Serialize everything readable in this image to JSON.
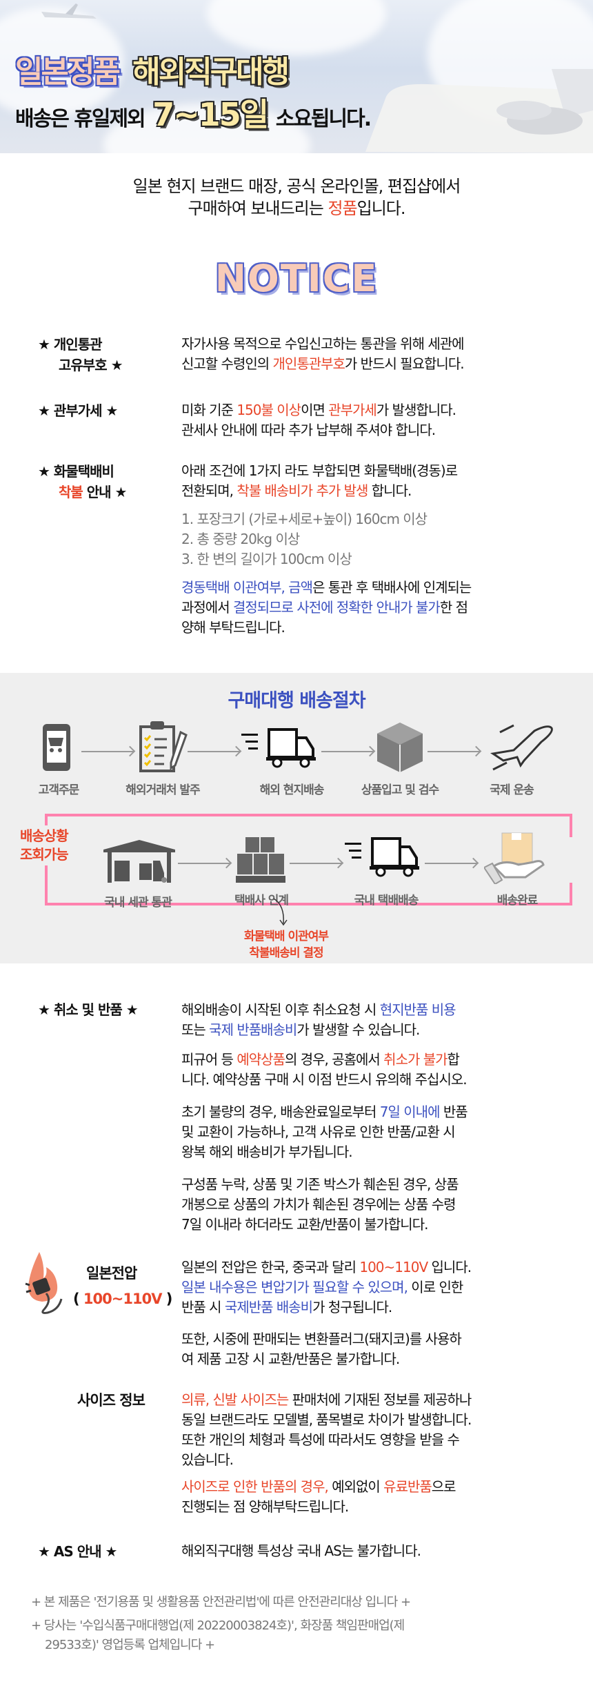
{
  "hero": {
    "title_a": "일본정품",
    "title_b": "해외직구대행",
    "line2_a": "배송은 휴일제외",
    "line2_b": "7~15일",
    "line2_c": "소요됩니다."
  },
  "intro": {
    "lines": [
      [
        {
          "t": "일본 현지 브랜드 매장, 공식 온라인몰, 편집샵에서"
        }
      ],
      [
        {
          "t": "구매하여 보내드리는 "
        },
        {
          "t": "정품",
          "c": "red"
        },
        {
          "t": "입니다."
        }
      ]
    ]
  },
  "notice_title": "NOTICE",
  "notices": [
    {
      "label": [
        [
          {
            "t": "★ 개인통관"
          }
        ],
        [
          {
            "t": "고유부호 ★"
          }
        ]
      ],
      "paras": [
        [
          [
            {
              "t": "자가사용 목적으로 수입신고하는 통관을 위해 세관에"
            }
          ],
          [
            {
              "t": "신고할 수령인의 "
            },
            {
              "t": "개인통관부호",
              "c": "red"
            },
            {
              "t": "가 반드시 필요합니다."
            }
          ]
        ]
      ]
    },
    {
      "label": [
        [
          {
            "t": "★ 관부가세 ★"
          }
        ]
      ],
      "paras": [
        [
          [
            {
              "t": "미화 기준 "
            },
            {
              "t": "150불 이상",
              "c": "red"
            },
            {
              "t": "이면 "
            },
            {
              "t": "관부가세",
              "c": "red"
            },
            {
              "t": "가 발생합니다."
            }
          ],
          [
            {
              "t": "관세사 안내에 따라 추가 납부해 주셔야 합니다."
            }
          ]
        ]
      ]
    },
    {
      "label": [
        [
          {
            "t": "★ 화물택배비"
          }
        ],
        [
          {
            "t": "착불",
            "c": "red"
          },
          {
            "t": " 안내 ★"
          }
        ]
      ],
      "paras": [
        [
          [
            {
              "t": "아래 조건에 1가지 라도 부합되면 화물택배(경동)로"
            }
          ],
          [
            {
              "t": "전환되며, "
            },
            {
              "t": "착불 배송비가 추가 발생",
              "c": "red"
            },
            {
              "t": " 합니다."
            }
          ]
        ],
        [
          [
            {
              "t": "1. 포장크기 (가로+세로+높이) 160cm 이상",
              "c": "gray"
            }
          ],
          [
            {
              "t": "2. 총 중량 20kg 이상",
              "c": "gray"
            }
          ],
          [
            {
              "t": "3. 한 변의 길이가 100cm 이상",
              "c": "gray"
            }
          ]
        ],
        [
          [
            {
              "t": "경동택배 이관여부, 금액",
              "c": "blue"
            },
            {
              "t": "은 통관 후 택배사에 인계되는"
            }
          ],
          [
            {
              "t": "과정에서 "
            },
            {
              "t": "결정되므로 사전에 정확한 안내가 불가",
              "c": "blue"
            },
            {
              "t": "한 점"
            }
          ],
          [
            {
              "t": "양해 부탁드립니다."
            }
          ]
        ]
      ]
    }
  ],
  "procedure": {
    "title": "구매대행 배송절차",
    "top_steps": [
      "고객주문",
      "해외거래처 발주",
      "해외 현지배송",
      "상품입고 및 검수",
      "국제 운송"
    ],
    "bottom_steps": [
      "국내 세관 통관",
      "택배사 인계",
      "국내 택배배송",
      "배송완료"
    ],
    "side_label": [
      "배송상황",
      "조회가능"
    ],
    "note": [
      "화물택배 이관여부",
      "착불배송비 결정"
    ]
  },
  "cancel": {
    "label": "★ 취소 및 반품 ★",
    "paras": [
      [
        [
          {
            "t": "해외배송이 시작된 이후 취소요청 시 "
          },
          {
            "t": "현지반품 비용",
            "c": "blue"
          }
        ],
        [
          {
            "t": "또는 "
          },
          {
            "t": "국제 반품배송비",
            "c": "blue"
          },
          {
            "t": "가 발생할 수 있습니다."
          }
        ]
      ],
      [
        [
          {
            "t": "피규어 등 "
          },
          {
            "t": "예약상품",
            "c": "red"
          },
          {
            "t": "의 경우, 공홈에서 "
          },
          {
            "t": "취소가 불가",
            "c": "red"
          },
          {
            "t": "합"
          }
        ],
        [
          {
            "t": "니다. 예약상품 구매 시 이점 반드시 유의해 주십시오."
          }
        ]
      ],
      [
        [
          {
            "t": "초기 불량의 경우, 배송완료일로부터 "
          },
          {
            "t": "7일 이내에",
            "c": "blue"
          },
          {
            "t": " 반품"
          }
        ],
        [
          {
            "t": "및 교환이 가능하나, 고객 사유로 인한 반품/교환 시"
          }
        ],
        [
          {
            "t": "왕복 해외 배송비가 부가됩니다."
          }
        ]
      ],
      [
        [
          {
            "t": "구성품 누락, 상품 및 기존 박스가 훼손된 경우, 상품"
          }
        ],
        [
          {
            "t": "개봉으로 상품의 가치가 훼손된 경우에는 상품 수령"
          }
        ],
        [
          {
            "t": "7일 이내라 하더라도 교환/반품이 불가합니다."
          }
        ]
      ]
    ]
  },
  "voltage": {
    "label": "일본전압",
    "sub": "100~110V",
    "paras": [
      [
        [
          {
            "t": "일본의 전압은 한국, 중국과 달리 "
          },
          {
            "t": "100~110V",
            "c": "red"
          },
          {
            "t": " 입니다."
          }
        ],
        [
          {
            "t": "일본 내수용은 변압기가 필요할 수 있으며,",
            "c": "blue"
          },
          {
            "t": " 이로 인한"
          }
        ],
        [
          {
            "t": "반품 시 "
          },
          {
            "t": "국제반품 배송비",
            "c": "blue"
          },
          {
            "t": "가 청구됩니다."
          }
        ]
      ],
      [
        [
          {
            "t": "또한, 시중에 판매되는 변환플러그(돼지코)를 사용하"
          }
        ],
        [
          {
            "t": "여 제품 고장 시 교환/반품은 불가합니다."
          }
        ]
      ]
    ]
  },
  "size": {
    "label": "사이즈 정보",
    "paras": [
      [
        [
          {
            "t": "의류, 신발 사이즈는",
            "c": "red"
          },
          {
            "t": " 판매처에 기재된 정보를 제공하나"
          }
        ],
        [
          {
            "t": "동일 브랜드라도 모델별, 품목별로 차이가 발생합니다."
          }
        ],
        [
          {
            "t": "또한 개인의 체형과 특성에 따라서도 영향을 받을 수"
          }
        ],
        [
          {
            "t": "있습니다."
          }
        ]
      ],
      [
        [
          {
            "t": "사이즈로 인한 반품의 경우,",
            "c": "red"
          },
          {
            "t": " 예외없이 "
          },
          {
            "t": "유료반품",
            "c": "red"
          },
          {
            "t": "으로"
          }
        ],
        [
          {
            "t": "진행되는 점 양해부탁드립니다."
          }
        ]
      ]
    ]
  },
  "as": {
    "label": "★ AS 안내 ★",
    "text": "해외직구대행 특성상 국내 AS는 불가합니다."
  },
  "footer": [
    "+ 본 제품은 '전기용품 및 생활용품 안전관리법'에 따른 안전관리대상 입니다 +",
    "+ 당사는 '수입식품구매대행업(제 20220003824호)', 화장품 책임판매업(제",
    "   29533호)' 영업등록 업체입니다 +"
  ],
  "colors": {
    "red": "#e8462a",
    "blue": "#3c51c0",
    "pink": "#ff82ae",
    "gray_bg": "#efefef"
  }
}
